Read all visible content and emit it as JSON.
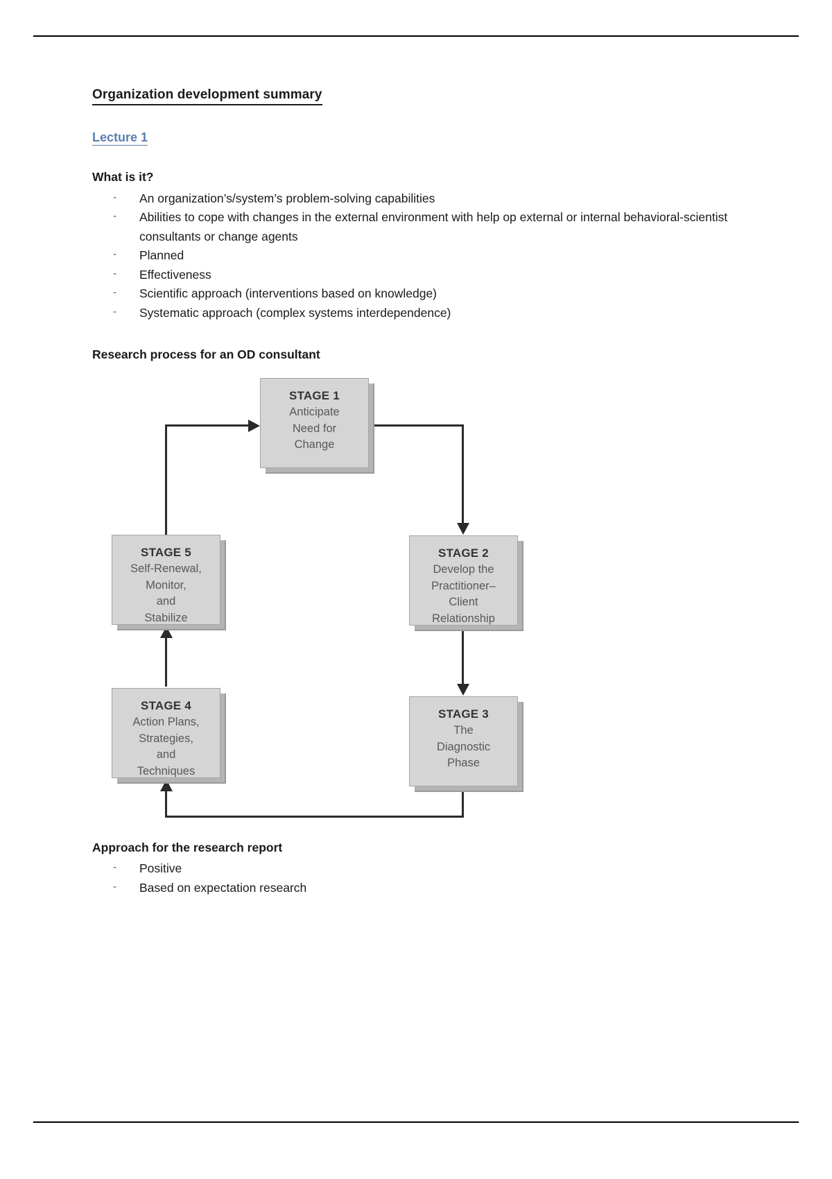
{
  "document": {
    "title": "Organization development summary",
    "lecture_link": "Lecture 1",
    "sections": {
      "what_is_it": {
        "heading": "What is it?",
        "bullets": [
          "An organization’s/system’s problem-solving capabilities",
          "Abilities to cope with changes in the external environment with help op external or internal behavioral-scientist consultants or change agents",
          "Planned",
          "Effectiveness",
          "Scientific approach (interventions based on knowledge)",
          "Systematic approach (complex systems interdependence)"
        ],
        "bullet_marker": "-"
      },
      "research_process": {
        "heading": "Research process for an OD consultant"
      },
      "approach": {
        "heading": "Approach for the research report",
        "bullets": [
          "Positive",
          "Based on expectation research"
        ],
        "bullet_marker": "-"
      }
    }
  },
  "diagram": {
    "type": "cycle-flowchart",
    "stages": [
      {
        "id": "stage1",
        "title": "STAGE 1",
        "lines": [
          "Anticipate",
          "Need for",
          "Change"
        ]
      },
      {
        "id": "stage2",
        "title": "STAGE 2",
        "lines": [
          "Develop the",
          "Practitioner–",
          "Client",
          "Relationship"
        ]
      },
      {
        "id": "stage3",
        "title": "STAGE 3",
        "lines": [
          "The",
          "Diagnostic",
          "Phase"
        ]
      },
      {
        "id": "stage4",
        "title": "STAGE 4",
        "lines": [
          "Action Plans,",
          "Strategies,",
          "and",
          "Techniques"
        ]
      },
      {
        "id": "stage5",
        "title": "STAGE 5",
        "lines": [
          "Self-Renewal,",
          "Monitor,",
          "and",
          "Stabilize"
        ]
      }
    ],
    "flow": [
      {
        "from": "stage1",
        "to": "stage2"
      },
      {
        "from": "stage2",
        "to": "stage3"
      },
      {
        "from": "stage3",
        "to": "stage4"
      },
      {
        "from": "stage4",
        "to": "stage5"
      },
      {
        "from": "stage5",
        "to": "stage1"
      }
    ],
    "colors": {
      "box_fill": "#d5d5d5",
      "box_border": "#a5a5a5",
      "box_shadow": "#9a9a9a",
      "line": "#2a2a2a",
      "title_text": "#333333",
      "body_text": "#585858"
    }
  },
  "theme": {
    "link_color": "#5b7fad",
    "text_color": "#1a1a1a",
    "page_background": "#ffffff"
  }
}
